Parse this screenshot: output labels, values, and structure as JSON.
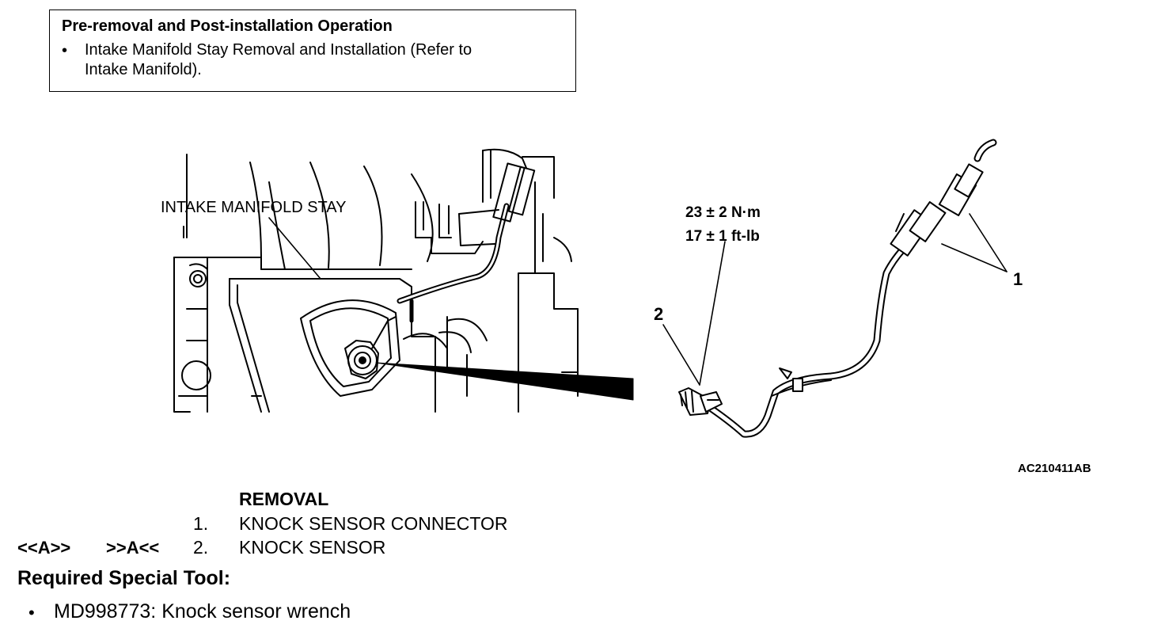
{
  "info_box": {
    "title": "Pre-removal and Post-installation Operation",
    "bullet": "•",
    "item_line1": "Intake Manifold Stay Removal and Installation (Refer to",
    "item_line2": "Intake Manifold)."
  },
  "figure": {
    "stay_label": "INTAKE MANIFOLD STAY",
    "torque_nm": "23 ± 2 N·m",
    "torque_ftlb": "17 ± 1 ft-lb",
    "callout_1": "1",
    "callout_2": "2",
    "figure_id": "AC210411AB"
  },
  "removal": {
    "heading": "REMOVAL",
    "items": [
      {
        "number": "1.",
        "label": "KNOCK SENSOR CONNECTOR",
        "tag_removal": "",
        "tag_install": ""
      },
      {
        "number": "2.",
        "label": "KNOCK SENSOR",
        "tag_removal": "<<A>>",
        "tag_install": ">>A<<"
      }
    ]
  },
  "special_tool": {
    "heading": "Required Special Tool:",
    "bullet": "•",
    "item": "MD998773: Knock sensor wrench"
  }
}
